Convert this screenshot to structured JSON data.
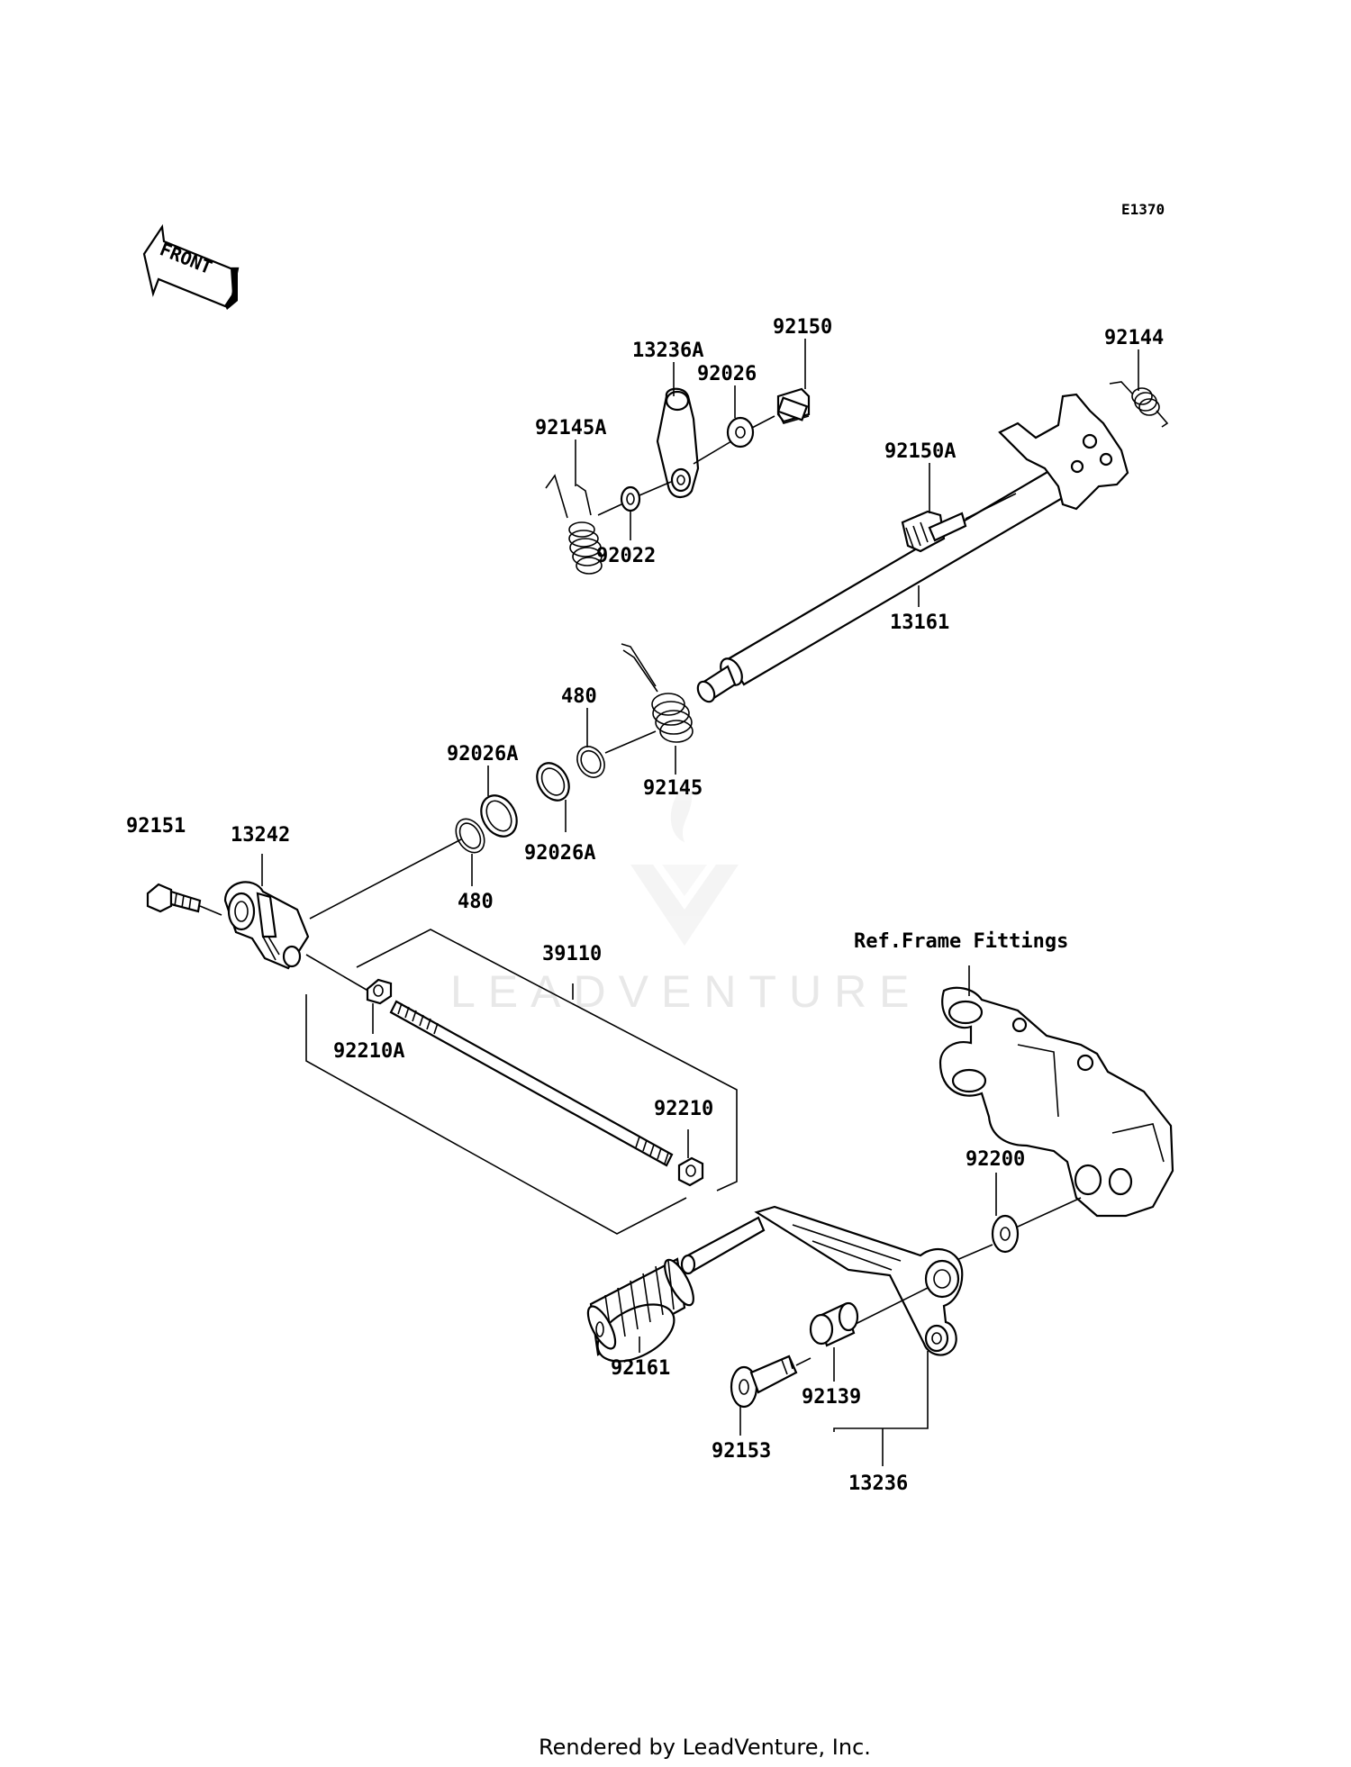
{
  "diagram_code": "E1370",
  "front_arrow_text": "FRONT",
  "watermark": "LEADVENTURE",
  "footer": "Rendered by LeadVenture, Inc.",
  "parts": {
    "p13236A": "13236A",
    "p92150": "92150",
    "p92026": "92026",
    "p92144": "92144",
    "p92145A": "92145A",
    "p92150A": "92150A",
    "p92022": "92022",
    "p13161": "13161",
    "p480a": "480",
    "p92026Aa": "92026A",
    "p92145": "92145",
    "p92026Ab": "92026A",
    "p92151": "92151",
    "p13242": "13242",
    "p480b": "480",
    "p39110": "39110",
    "p92210A": "92210A",
    "pref": "Ref.Frame Fittings",
    "p92210": "92210",
    "p92200": "92200",
    "p92161": "92161",
    "p92139": "92139",
    "p92153": "92153",
    "p13236": "13236"
  }
}
